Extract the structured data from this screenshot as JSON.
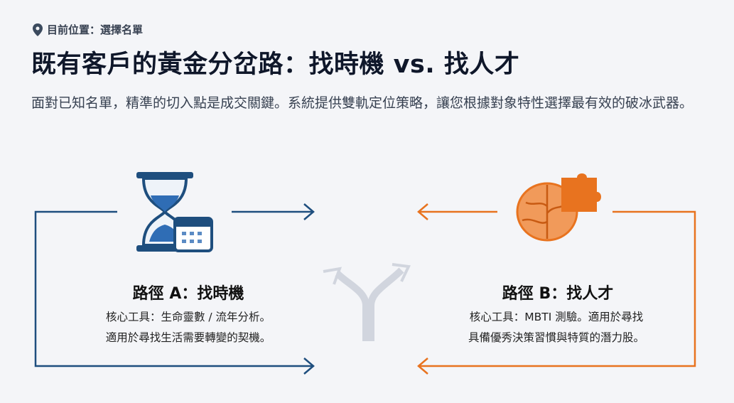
{
  "breadcrumb": {
    "icon": "location-pin-icon",
    "text": "目前位置：選擇名單"
  },
  "title": "既有客戶的黃金分岔路：找時機 vs. 找人才",
  "description": "面對已知名單，精準的切入點是成交關鍵。系統提供雙軌定位策略，讓您根據對象特性選擇最有效的破冰武器。",
  "colors": {
    "path_a": "#1e4e7e",
    "path_b": "#e8731f"
  },
  "path_a": {
    "icon": "hourglass-calendar-icon",
    "title": "路徑 A：找時機",
    "line1": "核心工具：生命靈數 / 流年分析。",
    "line2": "適用於尋找生活需要轉變的契機。"
  },
  "path_b": {
    "icon": "brain-puzzle-icon",
    "title": "路徑 B：找人才",
    "line1": "核心工具：MBTI 測驗。適用於尋找",
    "line2": "具備優秀決策習慣與特質的潛力股。"
  }
}
